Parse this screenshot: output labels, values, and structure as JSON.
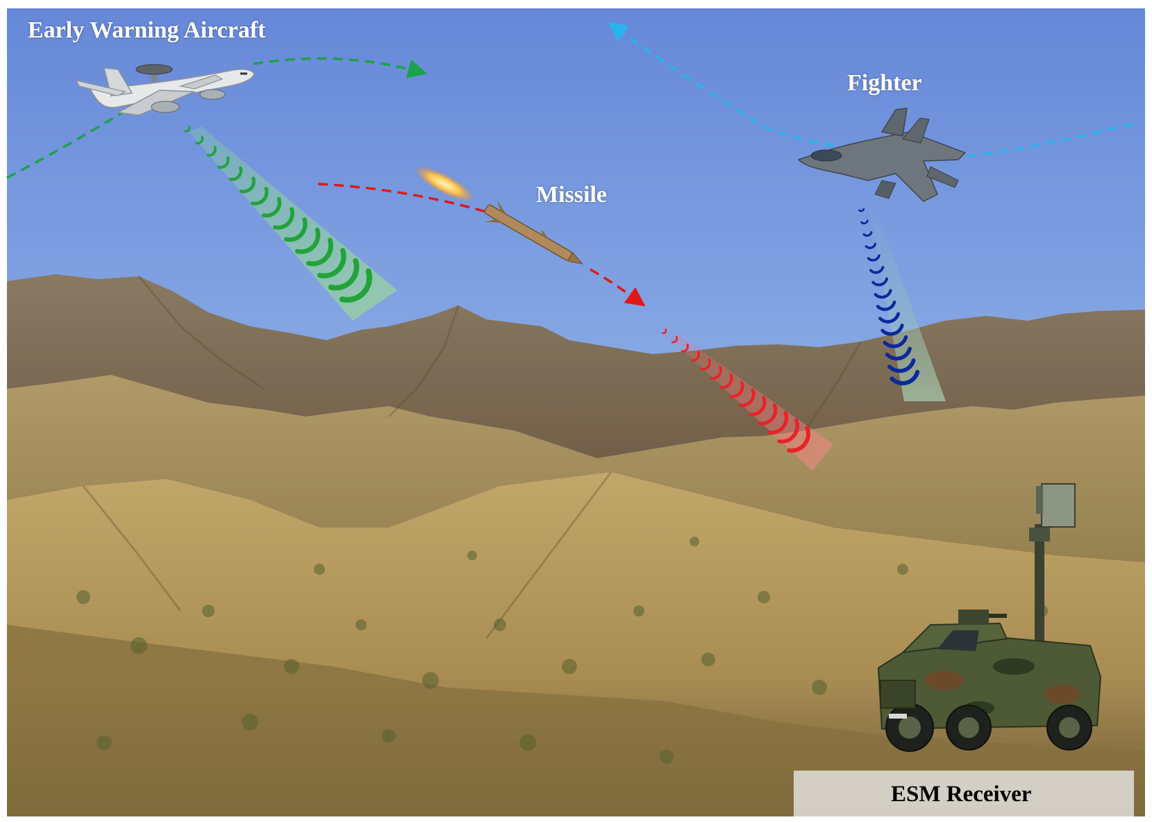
{
  "labels": {
    "early_warning_aircraft": "Early Warning Aircraft",
    "fighter": "Fighter",
    "missile": "Missile",
    "esm_receiver": "ESM Receiver"
  },
  "colors": {
    "sky_top": "#6f91dd",
    "sky_horizon": "#c9d8ea",
    "awacs_path": "#1aa34a",
    "awacs_signal": "#22a33a",
    "fighter_path": "#29b4ea",
    "fighter_signal": "#0a2a9a",
    "missile_path": "#e01818",
    "missile_signal": "#e8232a",
    "terrain": "#b59a5c"
  },
  "icons": {
    "awacs": "early-warning-aircraft-icon",
    "fighter": "fighter-jet-icon",
    "missile": "missile-icon",
    "esm": "esm-vehicle-icon"
  }
}
